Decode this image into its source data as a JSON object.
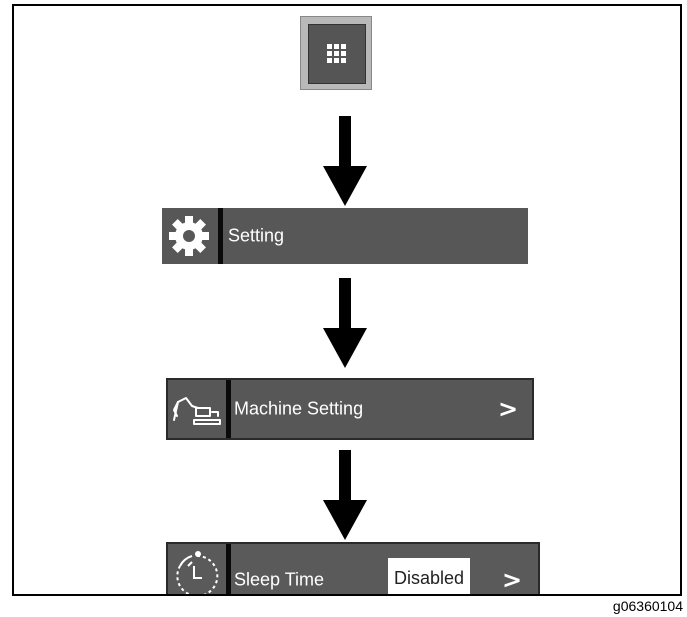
{
  "menu_button": {
    "icon": "grid-menu-icon"
  },
  "rows": {
    "setting": {
      "label": "Setting",
      "icon": "gear-icon"
    },
    "machine_setting": {
      "label": "Machine Setting",
      "icon": "excavator-icon",
      "chevron": ">"
    },
    "sleep_time": {
      "label": "Sleep Time",
      "icon": "timer-icon",
      "value": "Disabled",
      "chevron": ">"
    }
  },
  "figure_id": "g06360104",
  "colors": {
    "row_background": "#575757",
    "divider": "#0a0a0a",
    "text": "#ffffff",
    "arrow": "#000000"
  }
}
